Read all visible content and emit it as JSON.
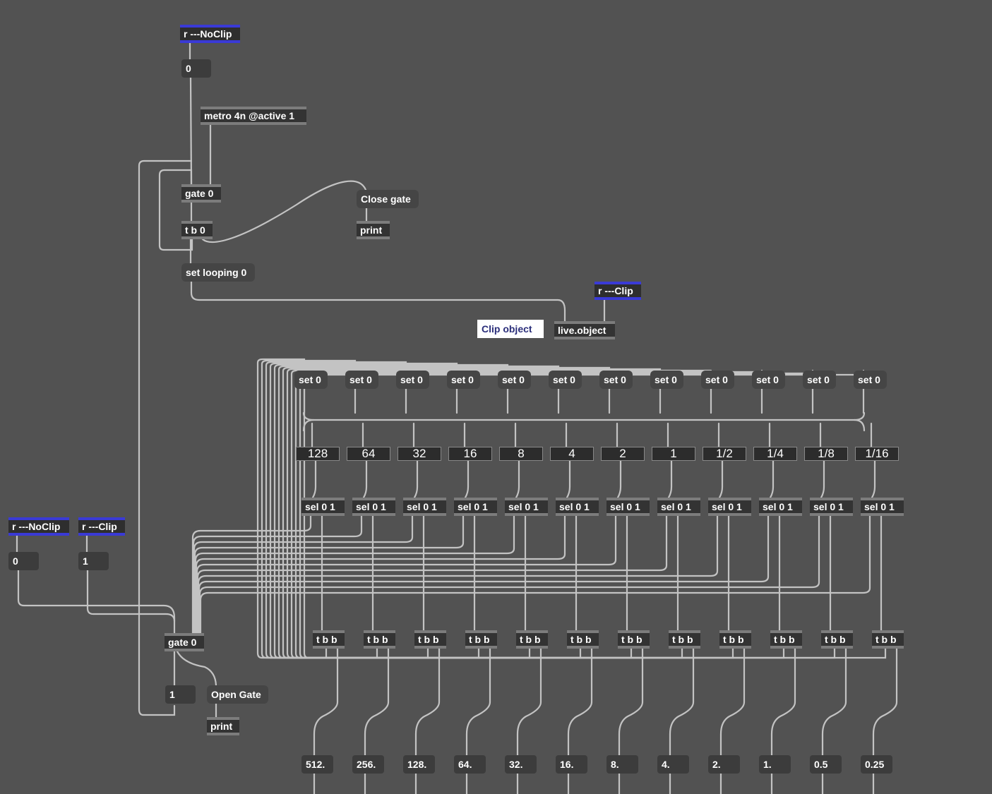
{
  "patcher": {
    "top": {
      "receive_noclip": "r ---NoClip",
      "num_zero": "0",
      "metro": "metro 4n @active 1",
      "gate": "gate 0",
      "trigger": "t b 0",
      "close_gate_msg": "Close gate",
      "print": "print",
      "set_looping_msg": "set looping 0",
      "receive_clip": "r ---Clip",
      "comment_clip_object": "Clip object",
      "live_object": "live.object"
    },
    "left": {
      "receive_noclip": "r ---NoClip",
      "receive_clip": "r ---Clip",
      "num_zero": "0",
      "num_one": "1",
      "gate": "gate 0",
      "num_gate_out": "1",
      "open_gate_msg": "Open Gate",
      "print": "print"
    },
    "set_messages": [
      "set 0",
      "set 0",
      "set 0",
      "set 0",
      "set 0",
      "set 0",
      "set 0",
      "set 0",
      "set 0",
      "set 0",
      "set 0",
      "set 0"
    ],
    "toggle_labels": [
      "128",
      "64",
      "32",
      "16",
      "8",
      "4",
      "2",
      "1",
      "1/2",
      "1/4",
      "1/8",
      "1/16"
    ],
    "sel_objects": [
      "sel 0 1",
      "sel 0 1",
      "sel 0 1",
      "sel 0 1",
      "sel 0 1",
      "sel 0 1",
      "sel 0 1",
      "sel 0 1",
      "sel 0 1",
      "sel 0 1",
      "sel 0 1",
      "sel 0 1"
    ],
    "trigger_objects": [
      "t b b",
      "t b b",
      "t b b",
      "t b b",
      "t b b",
      "t b b",
      "t b b",
      "t b b",
      "t b b",
      "t b b",
      "t b b",
      "t b b"
    ],
    "length_values": [
      "512.",
      "256.",
      "128.",
      "64.",
      "32.",
      "16.",
      "8.",
      "4.",
      "2.",
      "1.",
      "0.5",
      "0.25"
    ],
    "colors": {
      "canvas": "#525252",
      "object_body": "#333333",
      "receive_accent": "#3a3ad6",
      "patch_cord": "#c3c3c3",
      "comment_text": "#2a2e7a"
    }
  }
}
